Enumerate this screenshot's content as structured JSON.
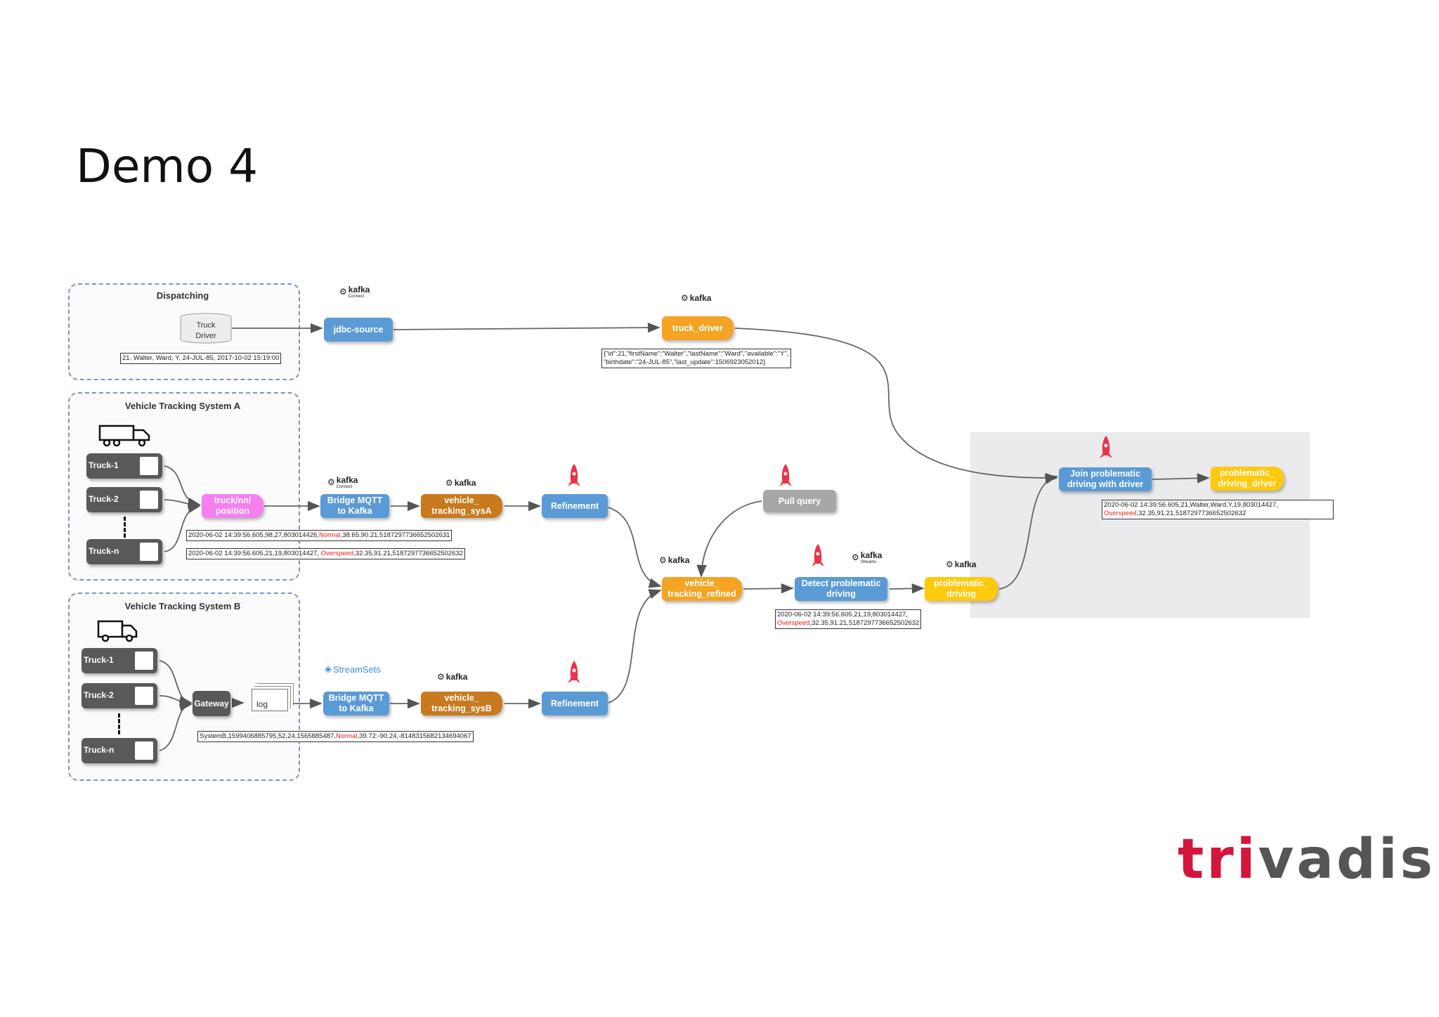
{
  "title": "Demo 4",
  "groups": {
    "dispatching": "Dispatching",
    "system_a": "Vehicle Tracking System A",
    "system_b": "Vehicle Tracking System B"
  },
  "db": {
    "label": "Truck\nDriver"
  },
  "trucks_a": [
    "Truck-1",
    "Truck-2",
    "Truck-n"
  ],
  "trucks_b": [
    "Truck-1",
    "Truck-2",
    "Truck-n"
  ],
  "gateway": "Gateway",
  "log": "log",
  "nodes": {
    "jdbc_source": "jdbc-source",
    "truck_driver": "truck_driver",
    "mqtt_topic": "truck/nn/\nposition",
    "bridge_a": "Bridge MQTT\nto Kafka",
    "bridge_b": "Bridge MQTT\nto Kafka",
    "tracking_a": "vehicle_\ntracking_sysA",
    "tracking_b": "vehicle_\ntracking_sysB",
    "refine_a": "Refinement",
    "refine_b": "Refinement",
    "pull_query": "Pull query",
    "refined": "vehicle_\ntracking_refined",
    "detect": "Detect problematic\ndriving",
    "problematic": "problematic_\ndriving",
    "join": "Join problematic\ndriving with driver",
    "problematic_driver": "problematic_\ndriving_driver"
  },
  "logos": {
    "kafka": "kafka",
    "connect": "Connect",
    "streams": "Streams",
    "streamsets": "StreamSets"
  },
  "samples": {
    "db_row": "21, Walter, Ward, Y, 24-JUL-85, 2017-10-02 15:19:00",
    "driver_json_1": "{\"id\":21,\"firstName\":\"Walter\",\"lastName\":\"Ward\",\"available\":\"Y\",",
    "driver_json_2": "\"birthdate\":\"24-JUL-85\",\"last_update\":1506923052012}",
    "a_line1_pre": "2020-06-02 14:39:56.605,98,27,803014426,",
    "a_line1_red": "Normal",
    "a_line1_post": ",38.65,90.21,5187297736652502631",
    "a_line2_pre": "2020-06-02 14:39:56.605,21,19,803014427, ",
    "a_line2_red": "Overspeed",
    "a_line2_post": ",32.35,91.21,5187297736652502632",
    "b_pre": "SystemB,1599406885795,52,24,1565885487,",
    "b_red": "Normal",
    "b_post": ",39.72:-90.24,-8148315682134694067",
    "detect_1": "2020-06-02 14:39:56.605,21,19,803014427,",
    "detect_red": "Overspeed",
    "detect_2": ",32.35,91.21,5187297736652502632",
    "join_1": "2020-06-02 14:39:56.605,21,Walter,Ward,Y,19,803014427,",
    "join_red": "Overspeed",
    "join_2": ",32.35,91.21,5187297736652502632"
  },
  "brand": {
    "part1": "tri",
    "part2": "vadis"
  },
  "colors": {
    "blue_process": "#5b9bd5",
    "orange_topic": "#f4a323",
    "brown_topic": "#c97a1e",
    "yellow_topic": "#ffc90e",
    "pink_mqtt": "#f57ff0",
    "gray_query": "#a7a7a7",
    "brand_red": "#d4163c",
    "highlight_red": "#e0201c"
  }
}
